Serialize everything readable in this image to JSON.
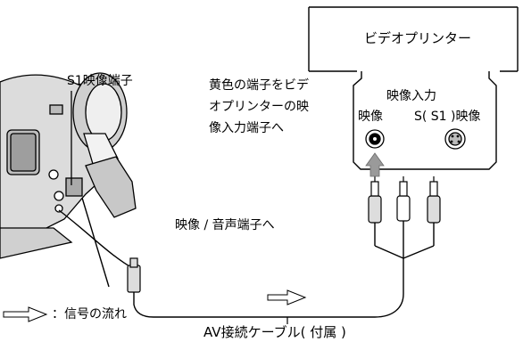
{
  "printer_box": {
    "label": "ビデオプリンター"
  },
  "input_panel": {
    "title": "映像入力",
    "video_label": "映像",
    "s_video_label": "S( S1 )映像"
  },
  "instruction": {
    "lines": [
      "黄色の端子をビデ",
      "オプリンターの映",
      "像入力端子へ"
    ]
  },
  "camera_labels": {
    "s1_terminal": "S1映像端子",
    "av_terminal": "映像 / 音声端子へ"
  },
  "cable_label": "AV接続ケーブル( 付属 )",
  "legend": {
    "text": "：信号の流れ"
  },
  "colors": {
    "line": "#000000",
    "arrow_fill": "#9a9a9a",
    "camera_fill": "#d9d9d9"
  }
}
